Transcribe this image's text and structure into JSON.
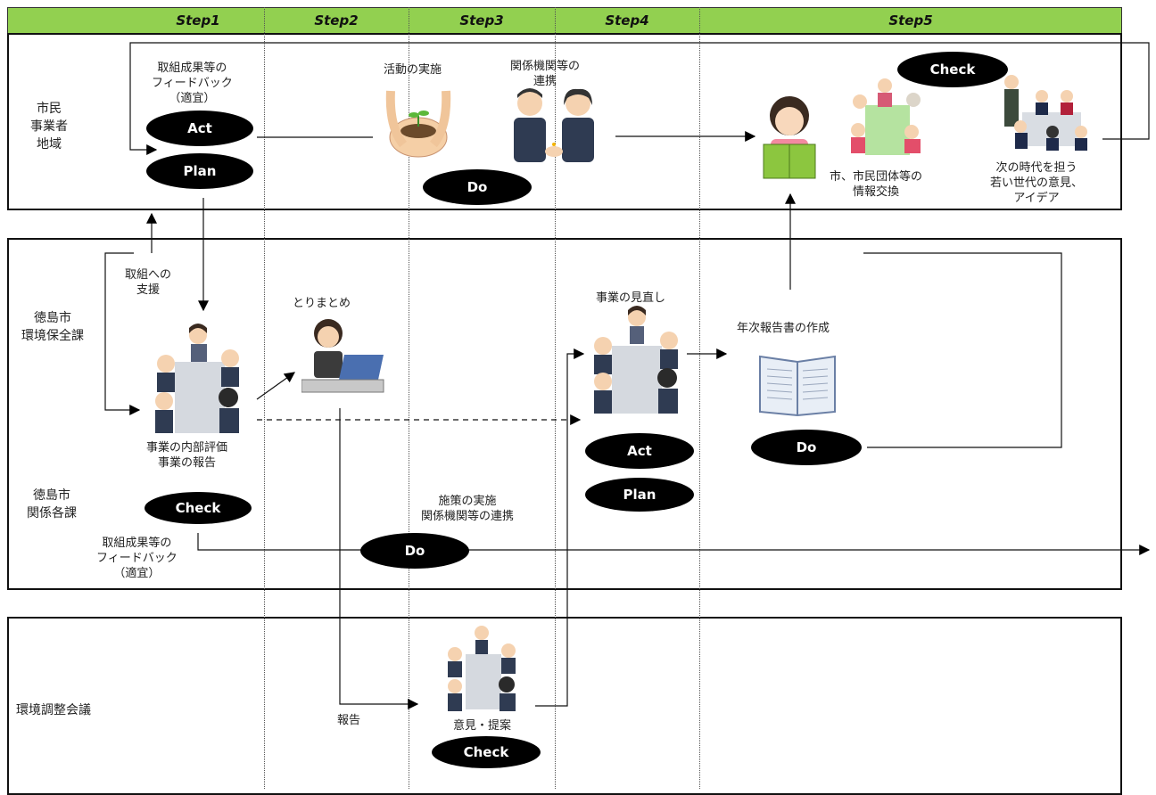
{
  "steps": [
    "Step1",
    "Step2",
    "Step3",
    "Step4",
    "Step5"
  ],
  "rows": {
    "citizen": "市民\n事業者\n地域",
    "tokushima_env": "徳島市\n環境保全課",
    "tokushima_depts": "徳島市\n関係各課",
    "council": "環境調整会議"
  },
  "labels": {
    "feedback_top": "取組成果等の\nフィードバック\n（適宜）",
    "activity": "活動の実施",
    "cooperation": "関係機関等の\n連携",
    "info_exchange": "市、市民団体等の\n情報交換",
    "youth_opinion": "次の時代を担う\n若い世代の意見、\nアイデア",
    "support": "取組への\n支援",
    "summary": "とりまとめ",
    "review": "事業の見直し",
    "annual_report": "年次報告書の作成",
    "internal_eval": "事業の内部評価\n事業の報告",
    "policy_impl": "施策の実施\n関係機関等の連携",
    "feedback_bottom": "取組成果等の\nフィードバック\n（適宜）",
    "report": "報告",
    "opinion": "意見・提案"
  },
  "pills": {
    "act1": "Act",
    "plan1": "Plan",
    "do_top": "Do",
    "check_top": "Check",
    "check_mid": "Check",
    "do_mid": "Do",
    "act4": "Act",
    "plan4": "Plan",
    "do5": "Do",
    "check_bottom": "Check"
  },
  "colors": {
    "header": "#92d050",
    "pill": "#000000"
  },
  "icons": [
    "cupped-hands-seedling-icon",
    "handshake-icon",
    "reading-girl-icon",
    "group-meeting-icon",
    "youth-meeting-icon",
    "office-meeting-icon",
    "laptop-woman-icon",
    "open-book-icon"
  ]
}
